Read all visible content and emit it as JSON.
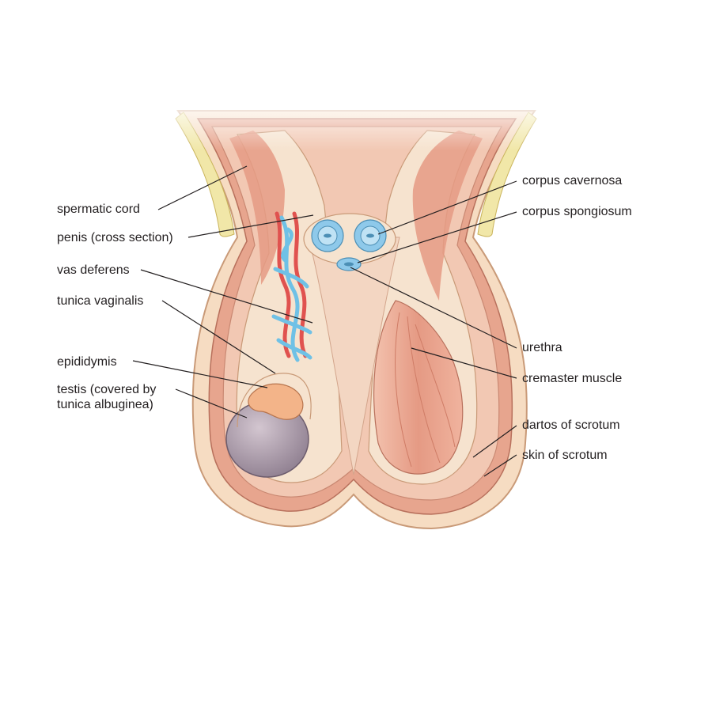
{
  "labels": {
    "left": [
      {
        "id": "spermatic-cord",
        "text": "spermatic cord"
      },
      {
        "id": "penis-cross-section",
        "text": "penis (cross section)"
      },
      {
        "id": "vas-deferens",
        "text": "vas deferens"
      },
      {
        "id": "tunica-vaginalis",
        "text": "tunica vaginalis"
      },
      {
        "id": "epididymis",
        "text": "epididymis"
      },
      {
        "id": "testis",
        "lines": [
          "testis (covered by",
          "tunica albuginea)"
        ]
      }
    ],
    "right": [
      {
        "id": "corpus-cavernosa",
        "text": "corpus cavernosa"
      },
      {
        "id": "corpus-spongiosum",
        "text": "corpus spongiosum"
      },
      {
        "id": "urethra",
        "text": "urethra"
      },
      {
        "id": "cremaster-muscle",
        "text": "cremaster muscle"
      },
      {
        "id": "dartos-of-scrotum",
        "text": "dartos of scrotum"
      },
      {
        "id": "skin-of-scrotum",
        "text": "skin of scrotum"
      }
    ]
  },
  "colors": {
    "skin": "#f6dcc2",
    "skin_edge": "#c99a78",
    "dartos": "#e7a58e",
    "muscle": "#e08e79",
    "muscle_light": "#f1b7a3",
    "fat": "#f1e7a8",
    "vein_blue": "#6fc1e6",
    "artery_red": "#e0524f",
    "penis_blue": "#8ec9ea",
    "testis": "#a99aa8",
    "epididymis": "#f3b489",
    "line": "#231f20"
  }
}
